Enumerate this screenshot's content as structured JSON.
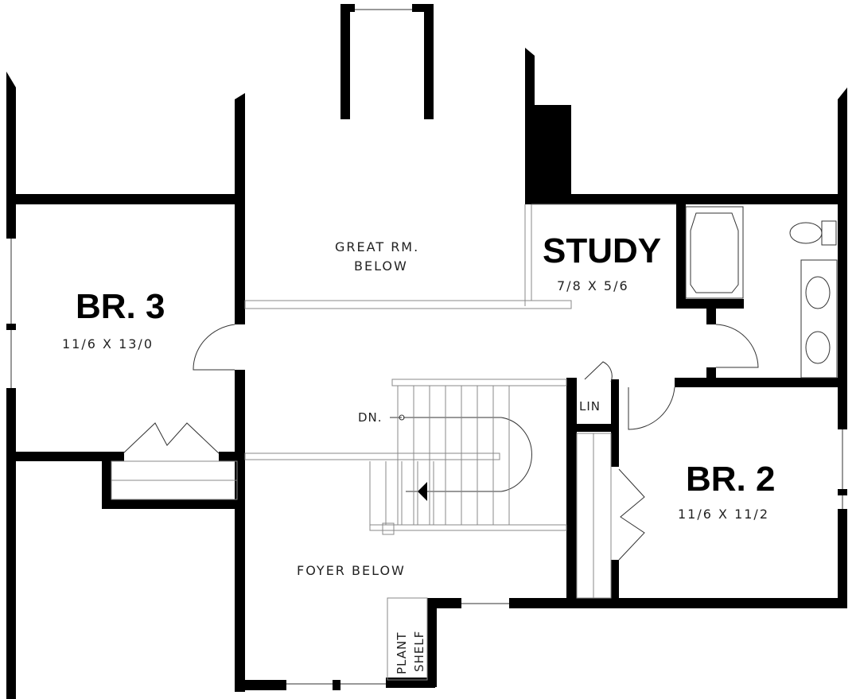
{
  "rooms": {
    "br3": {
      "name": "BR. 3",
      "dims": "11/6 X 13/0"
    },
    "study": {
      "name": "STUDY",
      "dims": "7/8 X 5/6"
    },
    "br2": {
      "name": "BR. 2",
      "dims": "11/6 X 11/2"
    },
    "great_room": {
      "line1": "GREAT RM.",
      "line2": "BELOW"
    },
    "foyer": {
      "name": "FOYER BELOW"
    },
    "linen": {
      "name": "LIN"
    },
    "plant_shelf": {
      "line1": "PLANT",
      "line2": "SHELF"
    }
  },
  "stairs": {
    "label": "DN."
  }
}
